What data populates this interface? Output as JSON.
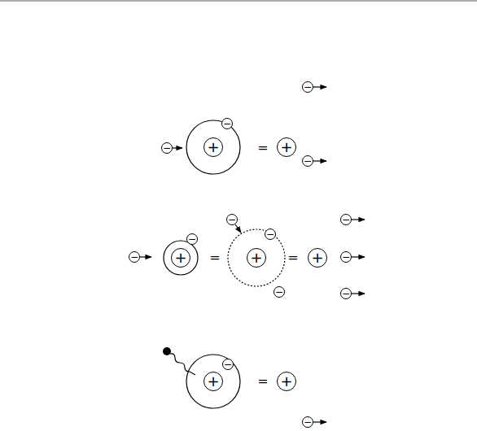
{
  "diagram": {
    "nodes": [
      {
        "text": [
          "−"
        ]
      },
      {
        "text": [
          "−"
        ]
      },
      {
        "text": [
          "+"
        ]
      },
      {
        "text": [
          "−"
        ]
      },
      {
        "text": [
          "+"
        ]
      },
      {
        "text": [
          "−"
        ]
      },
      {
        "text": [
          "−"
        ]
      },
      {
        "text": [
          "−"
        ]
      },
      {
        "text": [
          "−"
        ]
      },
      {
        "text": [
          "−"
        ]
      },
      {
        "text": [
          "−"
        ]
      },
      {
        "text": [
          "+"
        ]
      },
      {
        "text": [
          "+"
        ]
      },
      {
        "text": [
          "+"
        ]
      },
      {
        "text": [
          "−"
        ]
      },
      {
        "text": [
          "−"
        ]
      },
      {
        "text": [
          "−"
        ]
      },
      {
        "text": [
          "−"
        ]
      },
      {
        "text": [
          "+"
        ]
      },
      {
        "text": [
          "+"
        ]
      },
      {
        "text": [
          "−"
        ]
      }
    ],
    "labels": [
      "=",
      "=",
      "=",
      "="
    ]
  }
}
